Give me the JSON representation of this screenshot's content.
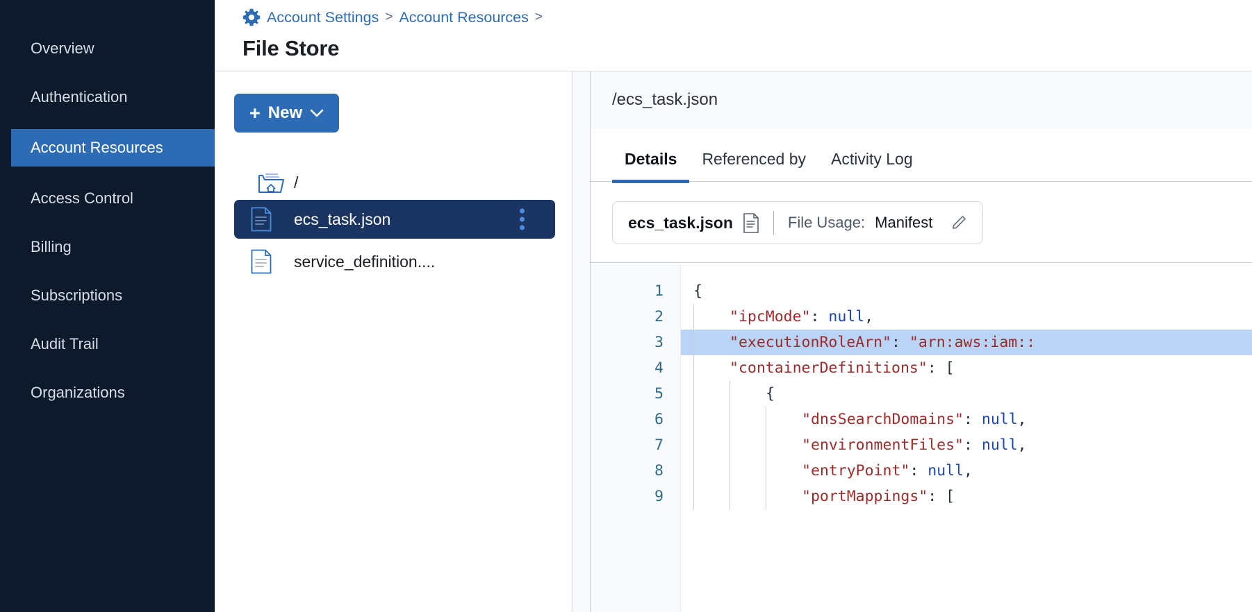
{
  "sidebar": {
    "items": [
      {
        "label": "Overview",
        "active": false
      },
      {
        "label": "Authentication",
        "active": false
      },
      {
        "label": "Account Resources",
        "active": true
      },
      {
        "label": "Access Control",
        "active": false
      },
      {
        "label": "Billing",
        "active": false
      },
      {
        "label": "Subscriptions",
        "active": false
      },
      {
        "label": "Audit Trail",
        "active": false
      },
      {
        "label": "Organizations",
        "active": false
      }
    ],
    "active_bg": "#2d6cb5",
    "bg": "#0c1a2b"
  },
  "header": {
    "breadcrumb": [
      {
        "label": "Account Settings"
      },
      {
        "label": "Account Resources"
      }
    ],
    "separator": ">",
    "trailing_separator": ">",
    "title": "File Store",
    "link_color": "#2d6cb5"
  },
  "tree_pane": {
    "new_button": {
      "plus": "+",
      "label": "New"
    },
    "root_label": "/",
    "files": [
      {
        "name": "ecs_task.json",
        "selected": true
      },
      {
        "name": "service_definition....",
        "selected": false
      }
    ]
  },
  "detail": {
    "path": "/ecs_task.json",
    "tabs": [
      {
        "label": "Details",
        "active": true
      },
      {
        "label": "Referenced by",
        "active": false
      },
      {
        "label": "Activity Log",
        "active": false
      }
    ],
    "usage_card": {
      "file_name": "ecs_task.json",
      "usage_label": "File Usage:",
      "usage_value": "Manifest"
    }
  },
  "code": {
    "highlight_line": 3,
    "highlight_color": "#b9d4f5",
    "lines": [
      {
        "num": "1",
        "indent": 0,
        "tokens": [
          {
            "t": "{",
            "c": "b"
          }
        ]
      },
      {
        "num": "2",
        "indent": 1,
        "tokens": [
          {
            "t": "\"ipcMode\"",
            "c": "k"
          },
          {
            "t": ": ",
            "c": "p"
          },
          {
            "t": "null",
            "c": "n"
          },
          {
            "t": ",",
            "c": "p"
          }
        ]
      },
      {
        "num": "3",
        "indent": 1,
        "tokens": [
          {
            "t": "\"executionRoleArn\"",
            "c": "k"
          },
          {
            "t": ": ",
            "c": "p"
          },
          {
            "t": "\"arn:aws:iam::",
            "c": "k"
          }
        ]
      },
      {
        "num": "4",
        "indent": 1,
        "tokens": [
          {
            "t": "\"containerDefinitions\"",
            "c": "k"
          },
          {
            "t": ": [",
            "c": "p"
          }
        ]
      },
      {
        "num": "5",
        "indent": 2,
        "tokens": [
          {
            "t": "{",
            "c": "b"
          }
        ]
      },
      {
        "num": "6",
        "indent": 3,
        "tokens": [
          {
            "t": "\"dnsSearchDomains\"",
            "c": "k"
          },
          {
            "t": ": ",
            "c": "p"
          },
          {
            "t": "null",
            "c": "n"
          },
          {
            "t": ",",
            "c": "p"
          }
        ]
      },
      {
        "num": "7",
        "indent": 3,
        "tokens": [
          {
            "t": "\"environmentFiles\"",
            "c": "k"
          },
          {
            "t": ": ",
            "c": "p"
          },
          {
            "t": "null",
            "c": "n"
          },
          {
            "t": ",",
            "c": "p"
          }
        ]
      },
      {
        "num": "8",
        "indent": 3,
        "tokens": [
          {
            "t": "\"entryPoint\"",
            "c": "k"
          },
          {
            "t": ": ",
            "c": "p"
          },
          {
            "t": "null",
            "c": "n"
          },
          {
            "t": ",",
            "c": "p"
          }
        ]
      },
      {
        "num": "9",
        "indent": 3,
        "tokens": [
          {
            "t": "\"portMappings\"",
            "c": "k"
          },
          {
            "t": ": [",
            "c": "p"
          }
        ]
      }
    ]
  }
}
